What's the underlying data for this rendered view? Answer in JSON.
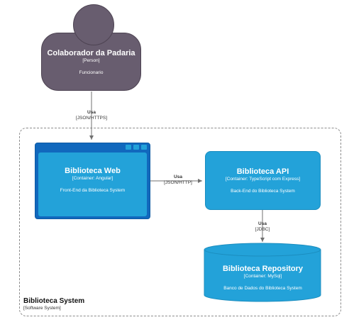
{
  "person": {
    "title": "Colaborador da Padaria",
    "type": "[Person]",
    "description": "Funcionario"
  },
  "edge_person_web": {
    "label": "Usa",
    "tech": "[JSON/HTTPS]"
  },
  "boundary": {
    "title": "Biblioteca System",
    "type": "[Software System]"
  },
  "web": {
    "title": "Biblioteca Web",
    "type": "[Container: Angular]",
    "description": "Front-End da Biblioteca System"
  },
  "edge_web_api": {
    "label": "Usa",
    "tech": "[JSON/HTTP]"
  },
  "api": {
    "title": "Biblioteca API",
    "type": "[Container: TypeScript com Express]",
    "description": "Back-End do Biblioteca System"
  },
  "edge_api_repo": {
    "label": "Usa",
    "tech": "[JDBC]"
  },
  "repo": {
    "title": "Biblioteca Repository",
    "type": "[Container: MySql]",
    "description": "Banco de Dados do Biblioteca System"
  },
  "colors": {
    "person": "#685d6f",
    "container": "#23a2d9",
    "container_dark": "#1168bd",
    "edge": "#707070"
  }
}
